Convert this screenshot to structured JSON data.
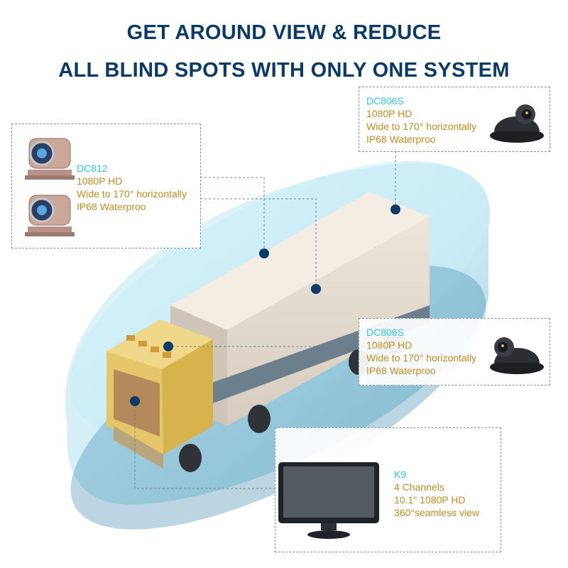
{
  "header": {
    "line1": "GET AROUND VIEW & REDUCE",
    "line2": "ALL BLIND SPOTS WITH ONLY ONE SYSTEM"
  },
  "products": {
    "dc812": {
      "model": "DC812",
      "specs": [
        "1080P HD",
        "Wide to 170° horizontally",
        "IP68 Waterproo"
      ]
    },
    "dc806s_top": {
      "model": "DC806S",
      "specs": [
        "1080P HD",
        "Wide to 170° horizontally",
        "IP68 Waterproo"
      ]
    },
    "dc806s_side": {
      "model": "DC806S",
      "specs": [
        "1080P HD",
        "Wide to 170° horizontally",
        "IP68 Waterproo"
      ]
    },
    "k9": {
      "model": "K9",
      "specs": [
        "4 Channels",
        "10.1\" 1080P HD",
        "360°seamless view"
      ]
    }
  },
  "colors": {
    "headline": "#0b3a66",
    "model_text": "#2ec6e6",
    "spec_text": "#c08a1e",
    "coverage_zone": "#8fd3e6",
    "marker": "#0b3a66"
  }
}
